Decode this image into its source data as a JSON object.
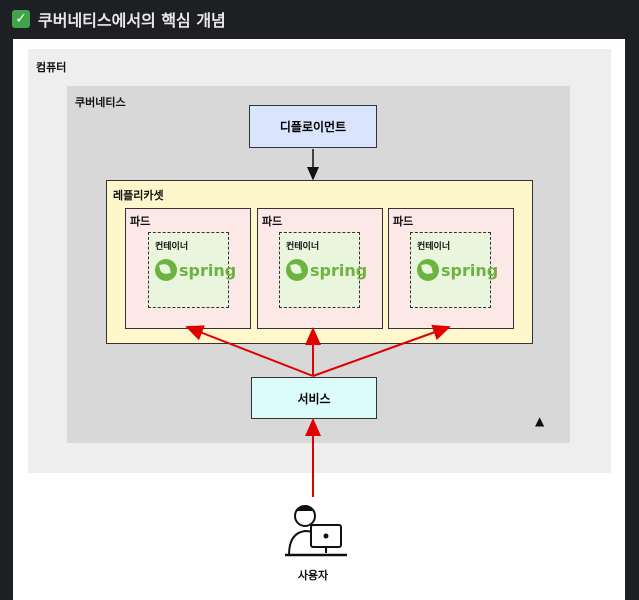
{
  "header": {
    "title": "쿠버네티스에서의 핵심 개념"
  },
  "diagram": {
    "computer_label": "컴퓨터",
    "kubernetes_label": "쿠버네티스",
    "deployment_label": "디플로이먼트",
    "replicaset_label": "레플리카셋",
    "pods": [
      {
        "label": "파드",
        "container_label": "컨테이너",
        "logo_text": "spring"
      },
      {
        "label": "파드",
        "container_label": "컨테이너",
        "logo_text": "spring"
      },
      {
        "label": "파드",
        "container_label": "컨테이너",
        "logo_text": "spring"
      }
    ],
    "service_label": "서비스",
    "user_label": "사용자"
  },
  "colors": {
    "arrow_red": "#e00000",
    "spring_green": "#6db33f",
    "deployment_fill": "#dae4fc",
    "replicaset_fill": "#fff7cc",
    "pod_fill": "#fde8e8",
    "service_fill": "#dcfcfb"
  }
}
